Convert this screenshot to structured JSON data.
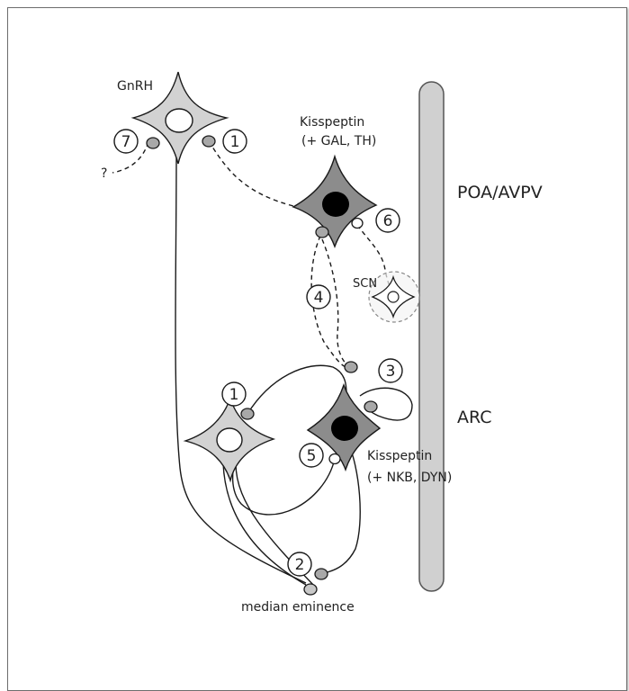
{
  "labels": {
    "gnrh": "GnRH",
    "kiss_top_name": "Kisspeptin",
    "kiss_top_coexp": "(+ GAL, TH)",
    "poa": "POA/AVPV",
    "scn": "SCN",
    "arc": "ARC",
    "kiss_bottom_name": "Kisspeptin",
    "kiss_bottom_coexp": "(+ NKB, DYN)",
    "median_eminence": "median eminence",
    "question": "?"
  },
  "markers": {
    "m7": "7",
    "m1_top": "1",
    "m6": "6",
    "m4": "4",
    "m3": "3",
    "m1_bottom": "1",
    "m5": "5",
    "m2": "2"
  },
  "colors": {
    "gnrh_fill": "#d2d2d2",
    "kiss_fill": "#8c8c8c",
    "nucleus_dark": "#000000",
    "bouton_fill": "#a8a8a8",
    "ventricle_fill": "#d0d0d0",
    "stroke": "#1a1a1a"
  }
}
